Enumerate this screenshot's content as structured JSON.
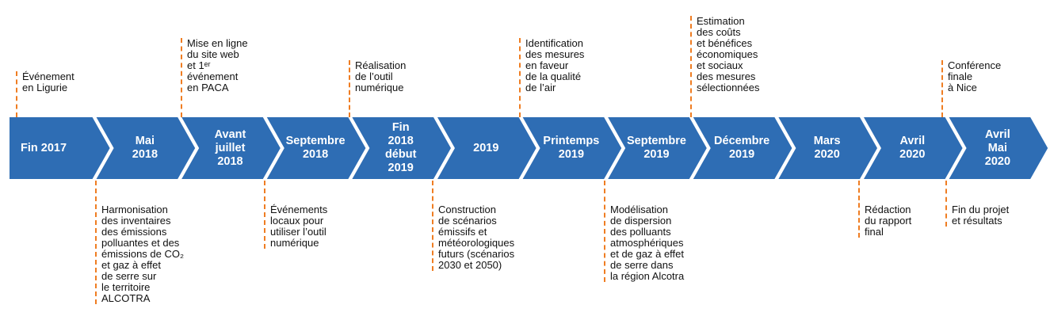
{
  "colors": {
    "chevron": "#2e6db4",
    "dash": "#ef7d22"
  },
  "segments": [
    {
      "label": "Fin 2017"
    },
    {
      "label": "Mai\n2018"
    },
    {
      "label": "Avant\njuillet\n2018"
    },
    {
      "label": "Septembre\n2018"
    },
    {
      "label": "Fin\n2018\ndébut\n2019"
    },
    {
      "label": "2019"
    },
    {
      "label": "Printemps\n2019"
    },
    {
      "label": "Septembre\n2019"
    },
    {
      "label": "Décembre\n2019"
    },
    {
      "label": "Mars\n2020"
    },
    {
      "label": "Avril\n2020"
    },
    {
      "label": "Avril\nMai\n2020"
    }
  ],
  "above": [
    {
      "text": "Événement\nen Ligurie"
    },
    {
      "text": "Mise en ligne\ndu site web\net 1ᵉʳ\névénement\nen PACA"
    },
    {
      "text": "Réalisation\nde l’outil\nnumérique"
    },
    {
      "text": "Identification\ndes mesures\nen faveur\nde la qualité\nde l’air"
    },
    {
      "text": "Estimation\ndes coûts\net bénéfices\néconomiques\net sociaux\ndes mesures\nsélectionnées"
    },
    {
      "text": "Conférence\nfinale\nà Nice"
    }
  ],
  "below": [
    {
      "text": "Harmonisation\ndes inventaires\ndes émissions\npolluantes et des\némissions de CO₂\net gaz à effet\nde serre sur\nle territoire\nALCOTRA"
    },
    {
      "text": "Événements\nlocaux pour\nutiliser l’outil\nnumérique"
    },
    {
      "text": "Construction\nde scénarios\némissifs et\nmétéorologiques\nfuturs (scénarios\n2030 et 2050)"
    },
    {
      "text": "Modélisation\nde dispersion\ndes polluants\natmosphériques\net de gaz à effet\nde serre dans\nla région Alcotra"
    },
    {
      "text": "Rédaction\ndu rapport\nfinal"
    },
    {
      "text": "Fin du projet\net résultats"
    }
  ]
}
